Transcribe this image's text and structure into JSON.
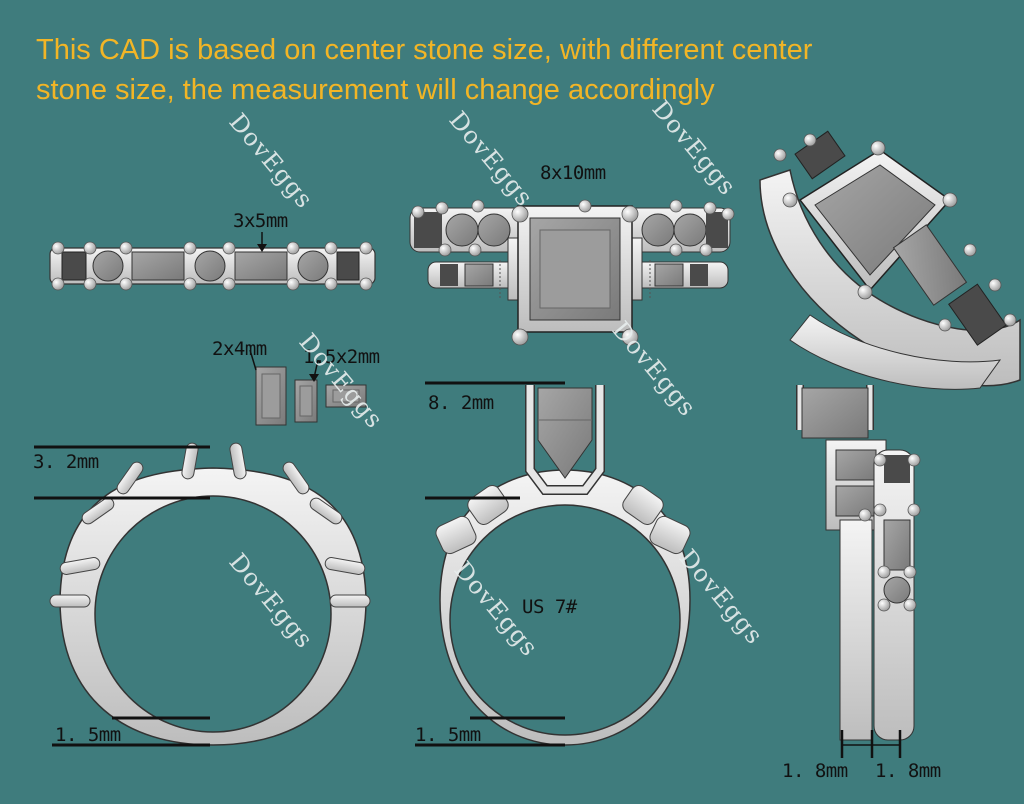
{
  "notice": {
    "line1": "This CAD is based on center stone size, with different center",
    "line2": "stone size, the measurement will change accordingly"
  },
  "watermark": "DovEggs",
  "dimensions": {
    "band_stone": "3x5mm",
    "center_stone": "8x10mm",
    "baguette_large": "2x4mm",
    "baguette_small": "1.5x2mm",
    "band_height": "3. 2mm",
    "center_height": "8. 2mm",
    "band_width_left": "1. 5mm",
    "band_width_center": "1. 5mm",
    "shank_left": "1. 8mm",
    "shank_right": "1. 8mm",
    "ring_size": "US 7#"
  },
  "colors": {
    "background": "#3f7c7d",
    "metal": "#e6e6e6",
    "stone": "#8f8f8f",
    "dark_stone": "#4a4a4a",
    "notice_text": "#f2b526"
  }
}
